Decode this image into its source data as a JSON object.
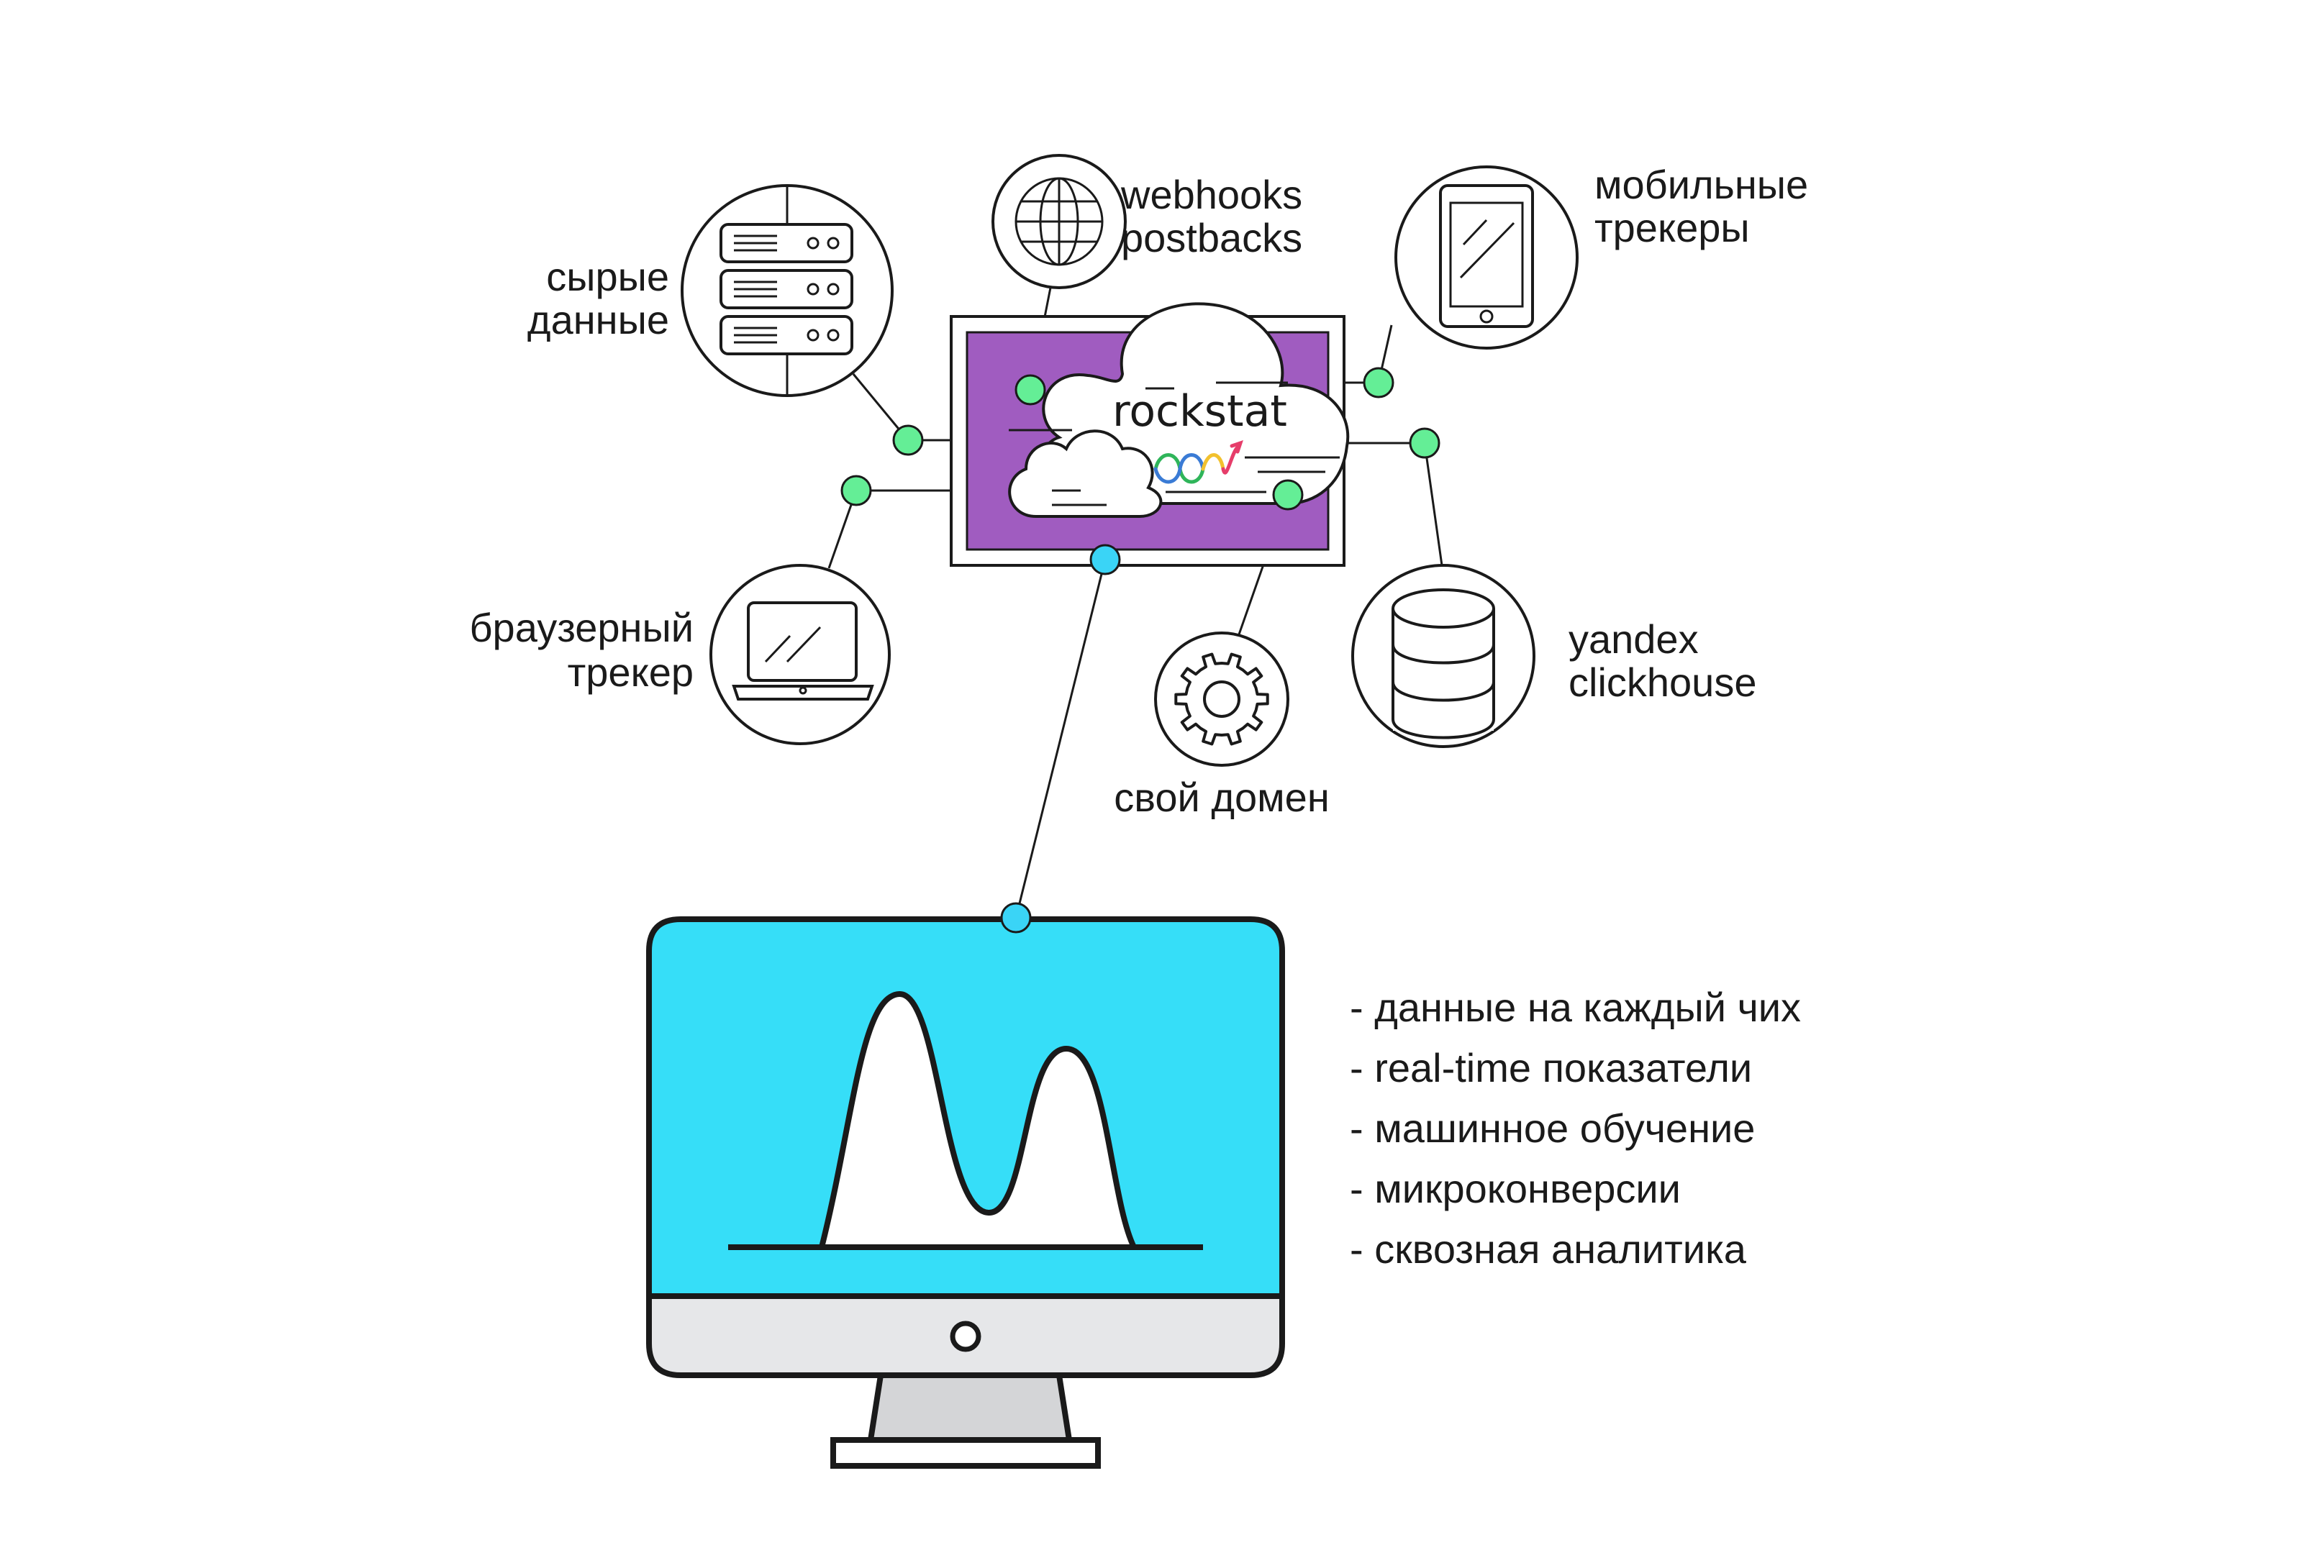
{
  "nodes": {
    "raw_data": {
      "line1": "сырые",
      "line2": "данные"
    },
    "webhooks": {
      "line1": "webhooks",
      "line2": "postbacks"
    },
    "mobile": {
      "line1": "мобильные",
      "line2": "трекеры"
    },
    "browser": {
      "line1": "браузерный",
      "line2": "трекер"
    },
    "domain": {
      "line1": "свой домен"
    },
    "clickhouse": {
      "line1": "yandex",
      "line2": "clickhouse"
    }
  },
  "hub": {
    "brand": "rockstat"
  },
  "features": [
    "- данные на каждый чих",
    "- real-time показатели",
    "- машинное обучение",
    "- микроконверсии",
    "- сквозная аналитика"
  ],
  "colors": {
    "hub_fill": "#a05cc0",
    "node_dot": "#64ee96",
    "link_dot": "#3ad4f6",
    "screen": "#36def8",
    "bezel": "#e6e7e9",
    "stand": "#d4d5d7",
    "outline": "#1a1a1a"
  }
}
